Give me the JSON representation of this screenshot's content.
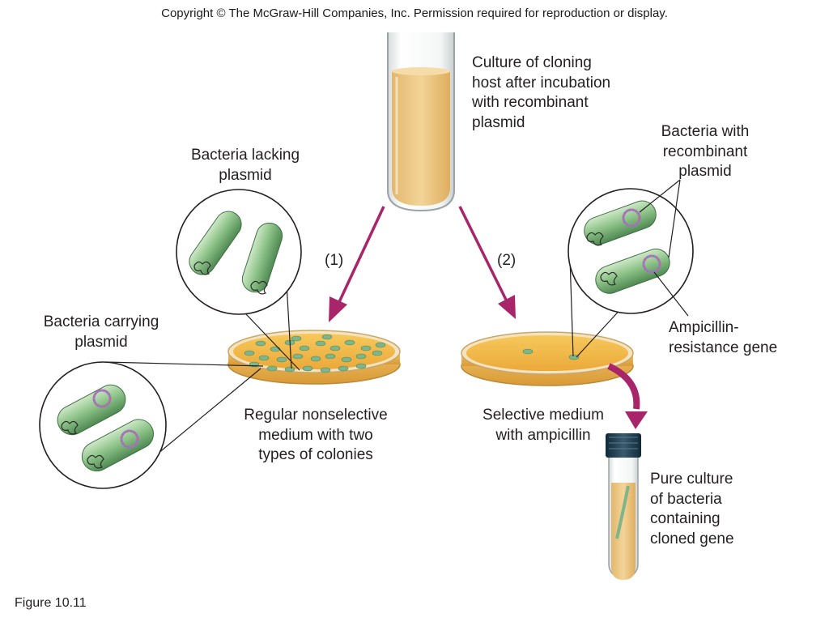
{
  "copyright": "Copyright © The McGraw-Hill Companies, Inc. Permission required for reproduction or display.",
  "figure_label": "Figure 10.11",
  "labels": {
    "culture": "Culture of cloning\nhost after incubation\nwith recombinant\nplasmid",
    "lacking": "Bacteria lacking\nplasmid",
    "carrying": "Bacteria carrying\nplasmid",
    "with_recombinant": "Bacteria with\nrecombinant\nplasmid",
    "ampicillin_gene": "Ampicillin-\nresistance gene",
    "step1": "(1)",
    "step2": "(2)",
    "regular_medium": "Regular nonselective\nmedium with two\ntypes of colonies",
    "selective_medium": "Selective medium\nwith ampicillin",
    "pure_culture": "Pure culture\nof bacteria\ncontaining\ncloned gene"
  },
  "colors": {
    "arrow": "#a8256a",
    "agar": "#f2b84a",
    "bacteria": "#8fc48a",
    "colony": "#7fb58a",
    "culture_fluid": "#edc787"
  }
}
